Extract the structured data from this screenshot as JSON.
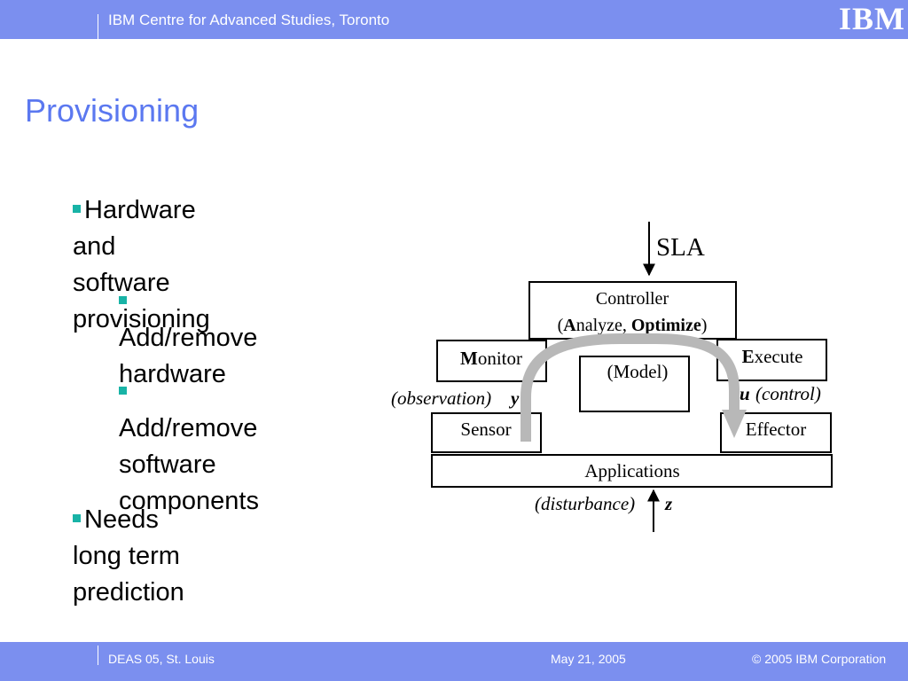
{
  "header": {
    "org": "IBM Centre for Advanced Studies, Toronto",
    "logo": "IBM"
  },
  "title": "Provisioning",
  "bullets": [
    {
      "line1": "Hardware and",
      "line2": "software provisioning"
    },
    {
      "line1": "Add/remove",
      "line2": "hardware"
    },
    {
      "line1": "Add/remove",
      "line2": "software",
      "line3": "components"
    },
    {
      "line1": "Needs long term",
      "line2": "prediction"
    }
  ],
  "diagram": {
    "sla": "SLA",
    "controller_line1": "Controller",
    "controller_line2_a": "(",
    "controller_line2_b": "A",
    "controller_line2_c": "nalyze, ",
    "controller_line2_d": "Optimize",
    "controller_line2_e": ")",
    "monitor_a": "M",
    "monitor_b": "onitor",
    "model": "(Model)",
    "execute_a": "E",
    "execute_b": "xecute",
    "observation": "(observation)",
    "y": "y",
    "u": "u",
    "control": "(control)",
    "sensor": "Sensor",
    "effector": "Effector",
    "applications": "Applications",
    "disturbance": "(disturbance)",
    "z": "z"
  },
  "footer": {
    "left": "DEAS 05, St. Louis",
    "center": "May 21, 2005",
    "right": "© 2005 IBM Corporation"
  },
  "colors": {
    "bar": "#7b8fef",
    "title": "#5b78f0",
    "bullet": "#18b3a6",
    "arrow_gray": "#b8b8b8"
  }
}
